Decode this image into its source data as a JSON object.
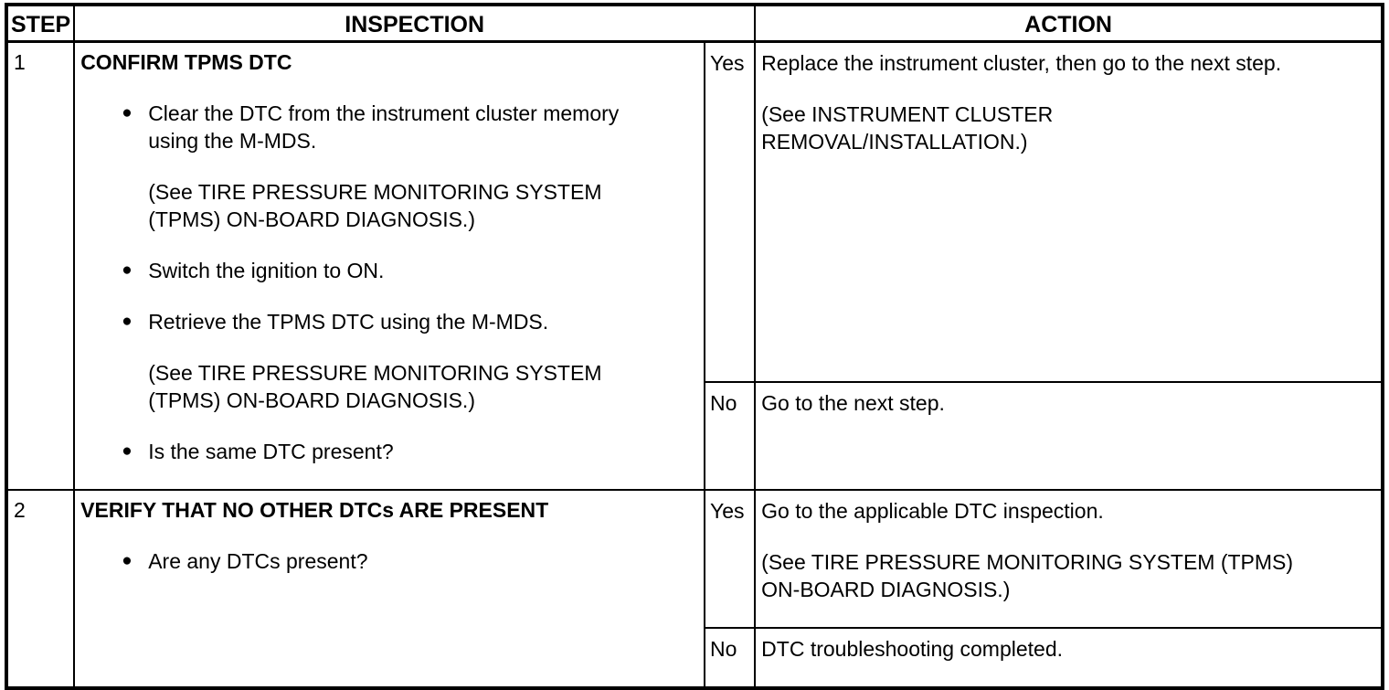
{
  "colors": {
    "background": "#ffffff",
    "border": "#000000",
    "text": "#000000"
  },
  "icons": {
    "bullet": "●"
  },
  "table": {
    "headers": {
      "step": "STEP",
      "inspection": "INSPECTION",
      "action": "ACTION"
    },
    "rows": [
      {
        "step": "1",
        "title": "CONFIRM TPMS DTC",
        "blocks": [
          {
            "type": "bullet",
            "lines": [
              "Clear the DTC from the instrument cluster memory",
              "using the M-MDS."
            ]
          },
          {
            "type": "note",
            "lines": [
              "(See TIRE PRESSURE MONITORING SYSTEM",
              "(TPMS) ON-BOARD DIAGNOSIS.)"
            ]
          },
          {
            "type": "bullet",
            "lines": [
              "Switch the ignition to ON."
            ]
          },
          {
            "type": "bullet",
            "lines": [
              "Retrieve the TPMS DTC using the M-MDS."
            ]
          },
          {
            "type": "note",
            "lines": [
              "(See TIRE PRESSURE MONITORING SYSTEM",
              "(TPMS) ON-BOARD DIAGNOSIS.)"
            ]
          },
          {
            "type": "bullet",
            "lines": [
              "Is the same DTC present?"
            ]
          }
        ],
        "yes": {
          "label": "Yes",
          "paragraphs": [
            {
              "lines": [
                "Replace the instrument cluster, then go to the next step."
              ]
            },
            {
              "lines": [
                "(See INSTRUMENT CLUSTER",
                "REMOVAL/INSTALLATION.)"
              ]
            }
          ]
        },
        "no": {
          "label": "No",
          "paragraphs": [
            {
              "lines": [
                "Go to the next step."
              ]
            }
          ]
        }
      },
      {
        "step": "2",
        "title": "VERIFY THAT NO OTHER DTCs ARE PRESENT",
        "blocks": [
          {
            "type": "bullet",
            "lines": [
              "Are any DTCs present?"
            ]
          }
        ],
        "yes": {
          "label": "Yes",
          "paragraphs": [
            {
              "lines": [
                "Go to the applicable DTC inspection."
              ]
            },
            {
              "lines": [
                "(See TIRE PRESSURE MONITORING SYSTEM (TPMS)",
                "ON-BOARD DIAGNOSIS.)"
              ]
            }
          ]
        },
        "no": {
          "label": "No",
          "paragraphs": [
            {
              "lines": [
                "DTC troubleshooting completed."
              ]
            }
          ]
        }
      }
    ]
  }
}
